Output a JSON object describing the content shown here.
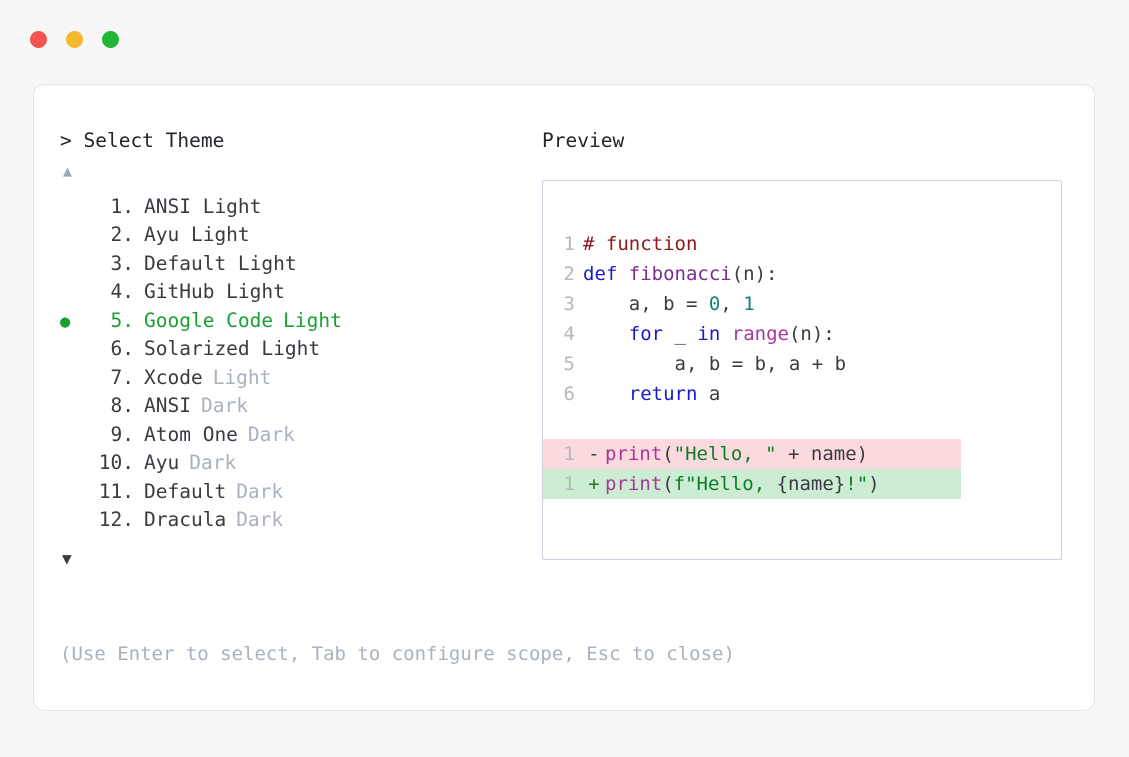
{
  "window": {
    "traffic_lights": [
      {
        "name": "close",
        "color": "#f2544f"
      },
      {
        "name": "minimize",
        "color": "#f5b82e"
      },
      {
        "name": "zoom",
        "color": "#22b638"
      }
    ]
  },
  "picker": {
    "prompt": "> Select Theme",
    "scroll_up_glyph": "▲",
    "scroll_down_glyph": "▼",
    "selected_index": 5,
    "bullet_glyph": "●",
    "items": [
      {
        "index": "1.",
        "name": "ANSI Light",
        "variant": "",
        "selected": false
      },
      {
        "index": "2.",
        "name": "Ayu Light",
        "variant": "",
        "selected": false
      },
      {
        "index": "3.",
        "name": "Default Light",
        "variant": "",
        "selected": false
      },
      {
        "index": "4.",
        "name": "GitHub Light",
        "variant": "",
        "selected": false
      },
      {
        "index": "5.",
        "name": "Google Code",
        "variant": "Light",
        "selected": true
      },
      {
        "index": "6.",
        "name": "Solarized Light",
        "variant": "",
        "selected": false
      },
      {
        "index": "7.",
        "name": "Xcode",
        "variant": "Light",
        "selected": false
      },
      {
        "index": "8.",
        "name": "ANSI",
        "variant": "Dark",
        "selected": false
      },
      {
        "index": "9.",
        "name": "Atom One",
        "variant": "Dark",
        "selected": false
      },
      {
        "index": "10.",
        "name": "Ayu",
        "variant": "Dark",
        "selected": false
      },
      {
        "index": "11.",
        "name": "Default",
        "variant": "Dark",
        "selected": false
      },
      {
        "index": "12.",
        "name": "Dracula",
        "variant": "Dark",
        "selected": false
      }
    ],
    "hint": "(Use Enter to select, Tab to configure scope, Esc to close)"
  },
  "preview": {
    "label": "Preview",
    "code_lines": [
      {
        "ln": "1",
        "tokens": [
          {
            "t": "# function",
            "c": "comment"
          }
        ]
      },
      {
        "ln": "2",
        "tokens": [
          {
            "t": "def ",
            "c": "keyword"
          },
          {
            "t": "fibonacci",
            "c": "func"
          },
          {
            "t": "(n):",
            "c": "punct"
          }
        ]
      },
      {
        "ln": "3",
        "tokens": [
          {
            "t": "    a, b = ",
            "c": "plain"
          },
          {
            "t": "0",
            "c": "number"
          },
          {
            "t": ", ",
            "c": "plain"
          },
          {
            "t": "1",
            "c": "number"
          }
        ]
      },
      {
        "ln": "4",
        "tokens": [
          {
            "t": "    ",
            "c": "plain"
          },
          {
            "t": "for",
            "c": "keyword"
          },
          {
            "t": " _ ",
            "c": "plain"
          },
          {
            "t": "in",
            "c": "keyword"
          },
          {
            "t": " ",
            "c": "plain"
          },
          {
            "t": "range",
            "c": "builtin"
          },
          {
            "t": "(n):",
            "c": "punct"
          }
        ]
      },
      {
        "ln": "5",
        "tokens": [
          {
            "t": "        a, b = b, a + b",
            "c": "plain"
          }
        ]
      },
      {
        "ln": "6",
        "tokens": [
          {
            "t": "    ",
            "c": "plain"
          },
          {
            "t": "return",
            "c": "keyword"
          },
          {
            "t": " a",
            "c": "plain"
          }
        ]
      }
    ],
    "diff_lines": [
      {
        "ln": "1",
        "kind": "removed",
        "marker": "-",
        "tokens": [
          {
            "t": "print",
            "c": "builtin"
          },
          {
            "t": "(",
            "c": "punct"
          },
          {
            "t": "\"Hello, \"",
            "c": "string"
          },
          {
            "t": " + name)",
            "c": "plain"
          }
        ]
      },
      {
        "ln": "1",
        "kind": "added",
        "marker": "+",
        "tokens": [
          {
            "t": "print",
            "c": "builtin"
          },
          {
            "t": "(",
            "c": "punct"
          },
          {
            "t": "f\"Hello, ",
            "c": "string"
          },
          {
            "t": "{name}",
            "c": "plain"
          },
          {
            "t": "!\"",
            "c": "string"
          },
          {
            "t": ")",
            "c": "punct"
          }
        ]
      }
    ]
  },
  "colors": {
    "page_bg": "#f7f7f8",
    "card_bg": "#ffffff",
    "card_border": "#e3e4e8",
    "panel_border": "#ccd2de",
    "muted_text": "#a9b1c0",
    "body_text": "#3a3a42",
    "accent_green": "#1a9f33",
    "diff_removed_bg": "#fadadd",
    "diff_added_bg": "#cdecd4"
  }
}
